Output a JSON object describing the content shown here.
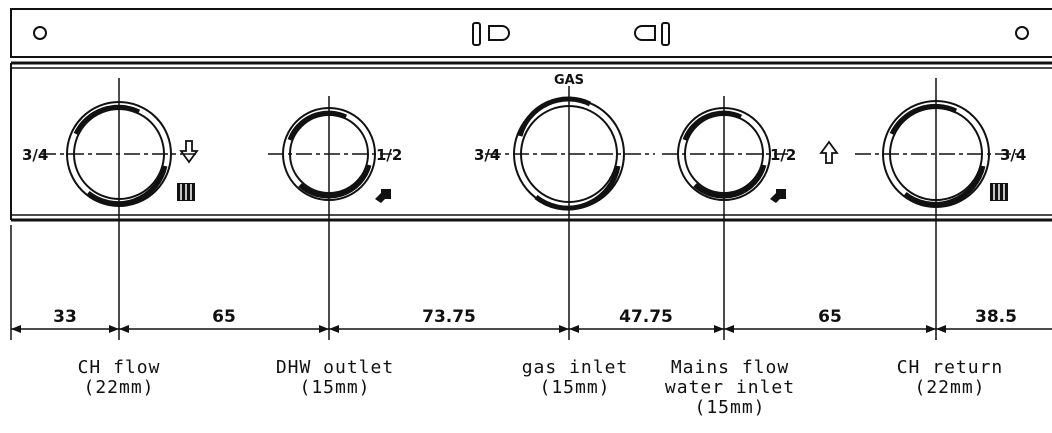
{
  "diagram": {
    "dimensions": [
      {
        "key": "d0",
        "value": "33"
      },
      {
        "key": "d1",
        "value": "65"
      },
      {
        "key": "d2",
        "value": "73.75"
      },
      {
        "key": "d3",
        "value": "47.75"
      },
      {
        "key": "d4",
        "value": "65"
      },
      {
        "key": "d5",
        "value": "38.5"
      }
    ],
    "connections": [
      {
        "key": "ch-flow",
        "size": "3/4",
        "label_lines": [
          "CH flow",
          "(22mm)"
        ]
      },
      {
        "key": "dhw-outlet",
        "size": "1/2",
        "label_lines": [
          "DHW outlet",
          "(15mm)"
        ]
      },
      {
        "key": "gas-inlet",
        "size": "3/4",
        "top_label": "GAS",
        "label_lines": [
          "gas inlet",
          "(15mm)"
        ]
      },
      {
        "key": "mains-inlet",
        "size": "1/2",
        "label_lines": [
          "Mains flow",
          "water inlet",
          "(15mm)"
        ]
      },
      {
        "key": "ch-return",
        "size": "3/4",
        "label_lines": [
          "CH return",
          "(22mm)"
        ]
      }
    ],
    "symbols": {
      "flow_arrow": "arrow-down-icon",
      "inlet_arrow": "arrow-up-icon",
      "radiator": "radiator-icon",
      "tap": "tap-icon"
    }
  }
}
